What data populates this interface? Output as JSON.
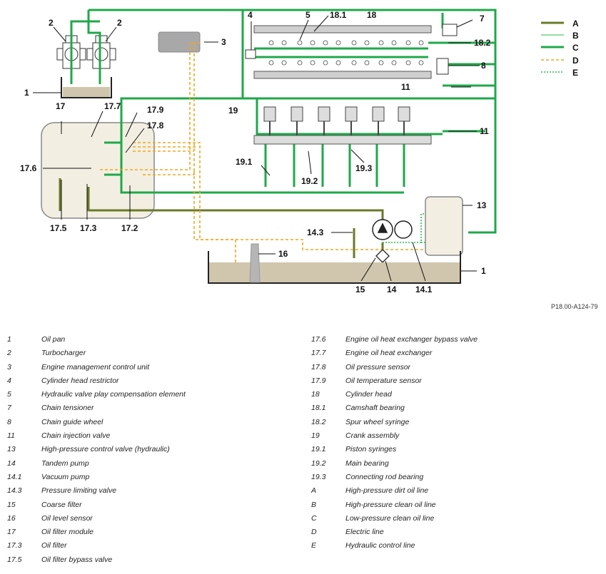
{
  "callouts": {
    "c1a": "1",
    "c1b": "1",
    "c2a": "2",
    "c2b": "2",
    "c3": "3",
    "c4": "4",
    "c5": "5",
    "c18_1": "18.1",
    "c18": "18",
    "c7": "7",
    "c18_2": "18.2",
    "c8": "8",
    "c11a": "11",
    "c11b": "11",
    "c19": "19",
    "c13": "13",
    "c17": "17",
    "c17_7": "17.7",
    "c17_9": "17.9",
    "c17_8": "17.8",
    "c17_6": "17.6",
    "c17_5": "17.5",
    "c17_3": "17.3",
    "c17_2": "17.2",
    "c19_1": "19.1",
    "c19_2": "19.2",
    "c19_3": "19.3",
    "c14_3": "14.3",
    "c16": "16",
    "c15": "15",
    "c14": "14",
    "c14_1": "14.1"
  },
  "line_legend": [
    {
      "key": "A",
      "color": "#6b7a2a",
      "style": "solid-thick"
    },
    {
      "key": "B",
      "color": "#2db84b",
      "style": "solid-thin"
    },
    {
      "key": "C",
      "color": "#1fa84a",
      "style": "solid-medium"
    },
    {
      "key": "D",
      "color": "#f2a51e",
      "style": "dashed"
    },
    {
      "key": "E",
      "color": "#2db84b",
      "style": "dotted"
    }
  ],
  "reference_code": "P18.00-A124-79",
  "legend_left": [
    {
      "num": "1",
      "text": "Oil pan"
    },
    {
      "num": "2",
      "text": "Turbocharger"
    },
    {
      "num": "3",
      "text": "Engine management control unit"
    },
    {
      "num": "4",
      "text": "Cylinder head restrictor"
    },
    {
      "num": "5",
      "text": "Hydraulic valve play compensation element"
    },
    {
      "num": "7",
      "text": "Chain tensioner"
    },
    {
      "num": "8",
      "text": "Chain guide wheel"
    },
    {
      "num": "11",
      "text": "Chain injection valve"
    },
    {
      "num": "13",
      "text": "High-pressure control valve (hydraulic)"
    },
    {
      "num": "14",
      "text": "Tandem pump"
    },
    {
      "num": "14.1",
      "text": "Vacuum pump"
    },
    {
      "num": "14.3",
      "text": "Pressure limiting valve"
    },
    {
      "num": "15",
      "text": "Coarse filter"
    },
    {
      "num": "16",
      "text": "Oil level sensor"
    },
    {
      "num": "17",
      "text": "Oil filter module"
    },
    {
      "num": "17.3",
      "text": "Oil filter"
    },
    {
      "num": "17.5",
      "text": "Oil filter bypass valve"
    }
  ],
  "legend_right": [
    {
      "num": "17.6",
      "text": "Engine oil heat exchanger bypass valve"
    },
    {
      "num": "17.7",
      "text": "Engine oil heat exchanger"
    },
    {
      "num": "17.8",
      "text": "Oil pressure sensor"
    },
    {
      "num": "17.9",
      "text": "Oil temperature sensor"
    },
    {
      "num": "18",
      "text": "Cylinder head"
    },
    {
      "num": "18.1",
      "text": "Camshaft bearing"
    },
    {
      "num": "18.2",
      "text": "Spur wheel syringe"
    },
    {
      "num": "19",
      "text": "Crank assembly"
    },
    {
      "num": "19.1",
      "text": "Piston syringes"
    },
    {
      "num": "19.2",
      "text": "Main bearing"
    },
    {
      "num": "19.3",
      "text": "Connecting rod bearing"
    },
    {
      "num": "A",
      "text": "High-pressure dirt oil line"
    },
    {
      "num": "B",
      "text": "High-pressure clean oil line"
    },
    {
      "num": "C",
      "text": "Low-pressure clean oil line"
    },
    {
      "num": "D",
      "text": "Electric line"
    },
    {
      "num": "E",
      "text": "Hydraulic control line"
    }
  ]
}
